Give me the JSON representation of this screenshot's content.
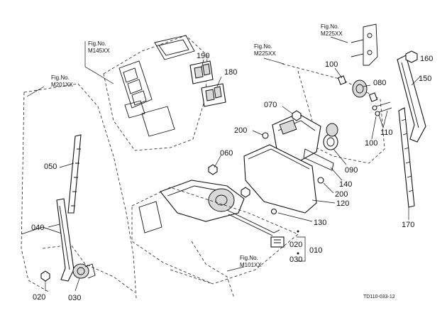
{
  "diagram": {
    "drawing_code": "TD110-033-12",
    "fig_refs": [
      {
        "id": "m145",
        "line1": "Fig.No.",
        "line2": "M145XX"
      },
      {
        "id": "m201",
        "line1": "Fig.No.",
        "line2": "M201XX"
      },
      {
        "id": "m225a",
        "line1": "Fig.No.",
        "line2": "M225XX"
      },
      {
        "id": "m225b",
        "line1": "Fig.No.",
        "line2": "M225XX"
      },
      {
        "id": "m101",
        "line1": "Fig.No.",
        "line2": "M101XX"
      }
    ],
    "parts": [
      {
        "id": "p190",
        "label": "190"
      },
      {
        "id": "p180",
        "label": "180"
      },
      {
        "id": "p160",
        "label": "160"
      },
      {
        "id": "p150",
        "label": "150"
      },
      {
        "id": "p100a",
        "label": "100"
      },
      {
        "id": "p080",
        "label": "080"
      },
      {
        "id": "p070",
        "label": "070"
      },
      {
        "id": "p110",
        "label": "110"
      },
      {
        "id": "p100b",
        "label": "100"
      },
      {
        "id": "p200a",
        "label": "200"
      },
      {
        "id": "p090",
        "label": "090"
      },
      {
        "id": "p060",
        "label": "060"
      },
      {
        "id": "p050",
        "label": "050"
      },
      {
        "id": "p140",
        "label": "140"
      },
      {
        "id": "p200b",
        "label": "200"
      },
      {
        "id": "p120",
        "label": "120"
      },
      {
        "id": "p170",
        "label": "170"
      },
      {
        "id": "p040",
        "label": "040"
      },
      {
        "id": "p130",
        "label": "130"
      },
      {
        "id": "p020a",
        "label": "020"
      },
      {
        "id": "p010",
        "label": "010"
      },
      {
        "id": "p030a",
        "label": "030"
      },
      {
        "id": "p020b",
        "label": "020"
      },
      {
        "id": "p030b",
        "label": "030"
      }
    ]
  }
}
